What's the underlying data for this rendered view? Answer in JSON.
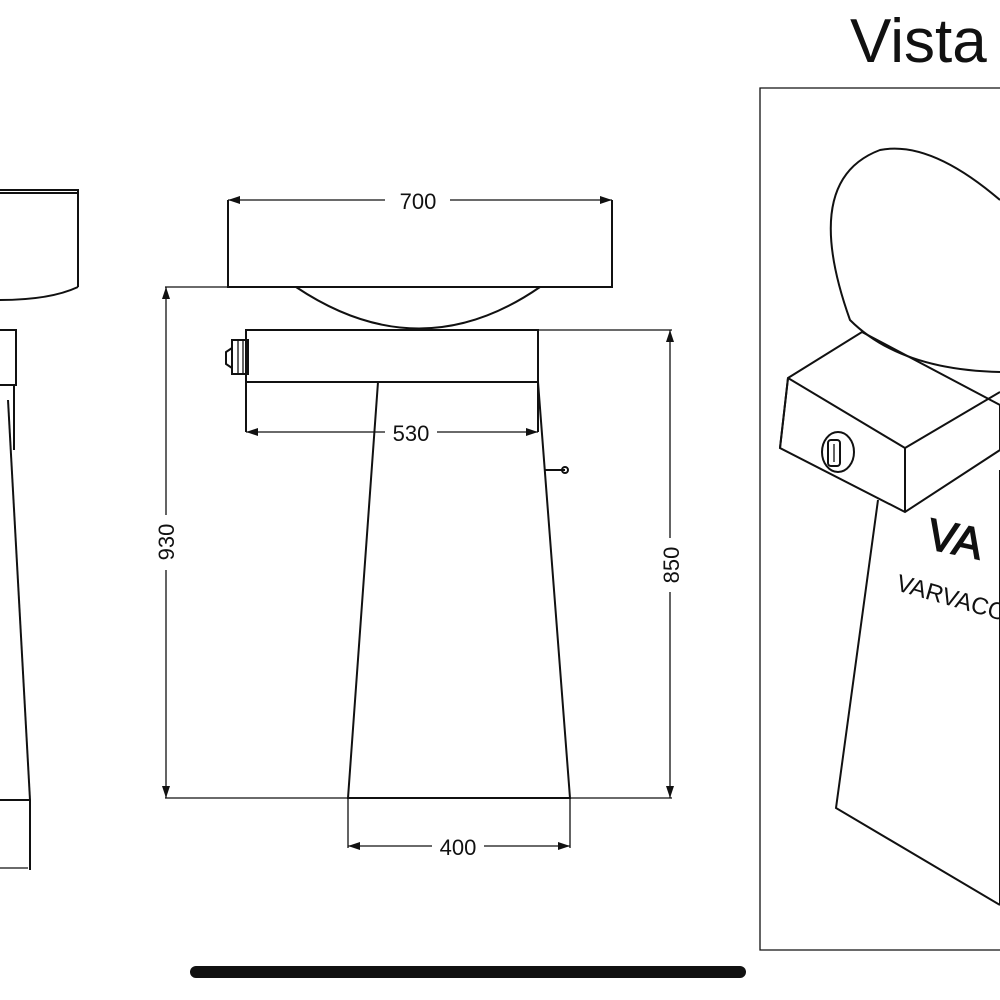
{
  "view_title": "Vista i",
  "dimensions": {
    "top_width": "700",
    "mid_width": "530",
    "base_width": "400",
    "total_height": "930",
    "counter_height": "850"
  },
  "logo": {
    "mark": "VA",
    "name": "VARVACO"
  },
  "colors": {
    "line": "#111111",
    "background": "#ffffff"
  }
}
